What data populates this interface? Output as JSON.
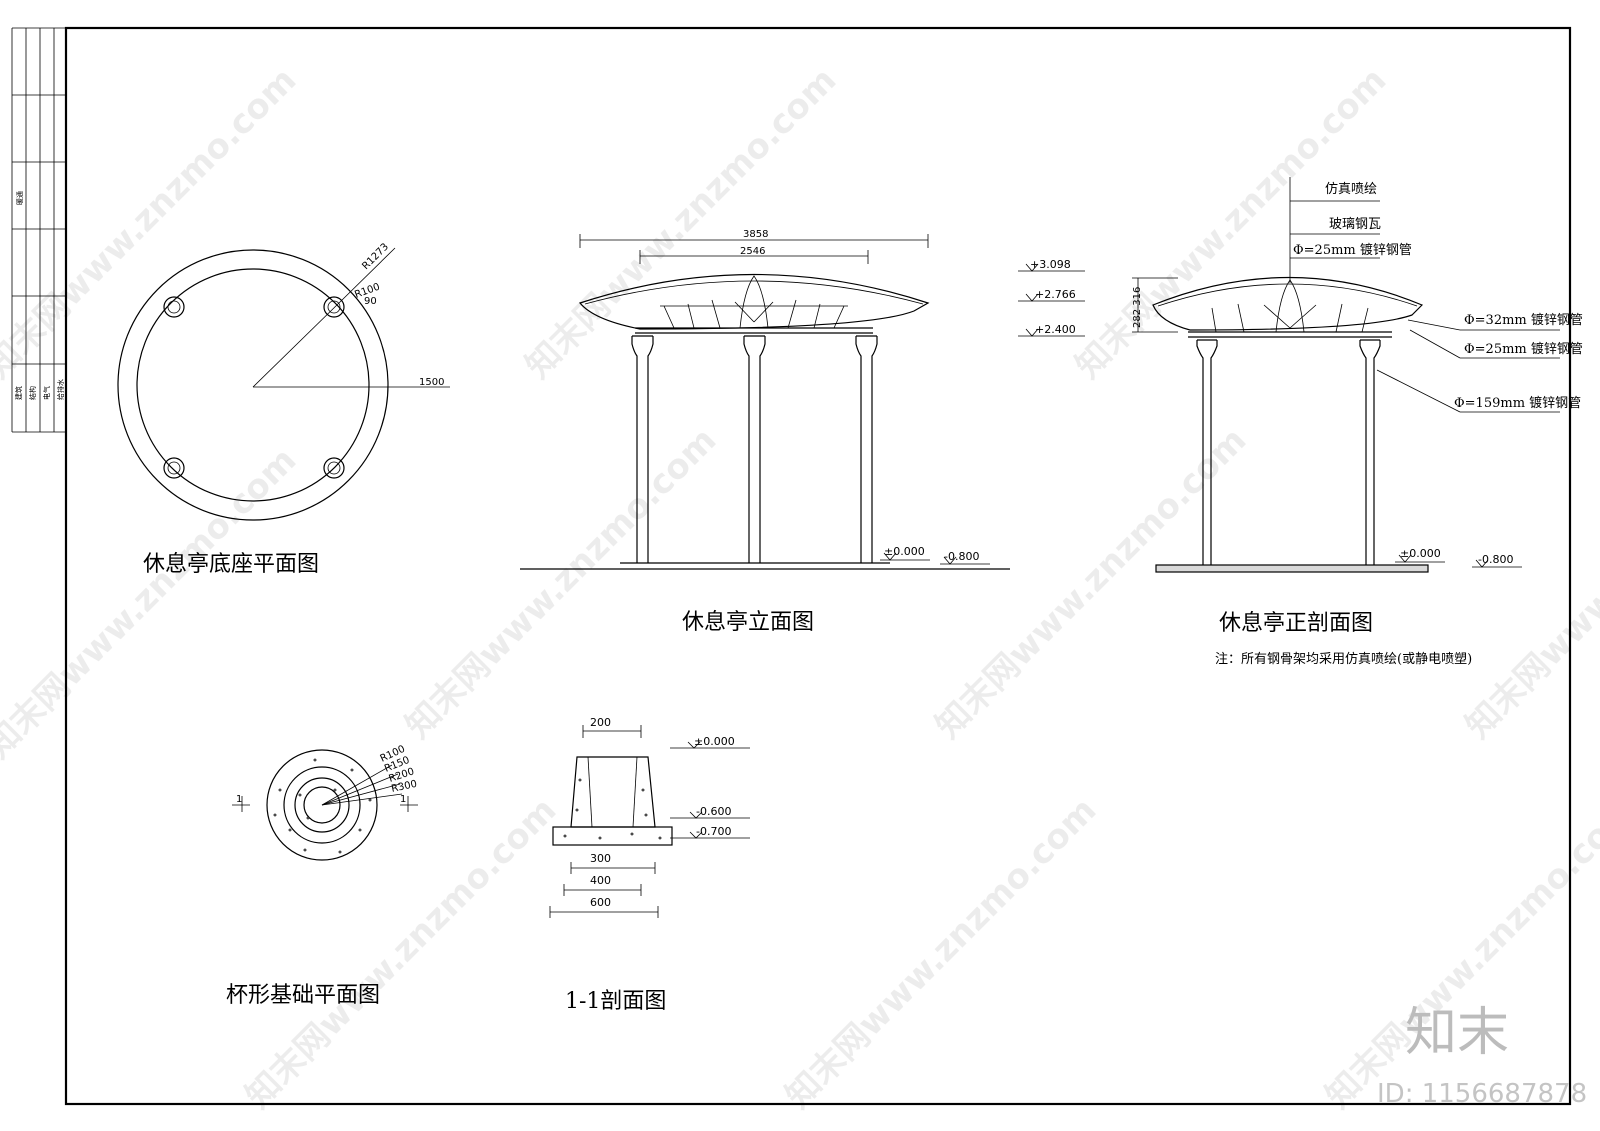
{
  "titles": {
    "base_plan": "休息亭底座平面图",
    "elevation": "休息亭立面图",
    "section": "休息亭正剖面图",
    "foundation_plan": "杯形基础平面图",
    "section_1_1": "1-1剖面图"
  },
  "note": "注：所有钢骨架均采用仿真喷绘(或静电喷塑)",
  "side_panel": {
    "top_label": "暖通",
    "labels": [
      "建筑",
      "结构",
      "电气",
      "给排水"
    ]
  },
  "base_plan": {
    "r_outer": "R1273",
    "r_column": "R100",
    "dim_90": "90",
    "dim_1500": "1500"
  },
  "elevation": {
    "width_total": "3858",
    "width_inner": "2546",
    "levels": [
      "+3.098",
      "+2.766",
      "+2.400"
    ],
    "ground": "±0.000",
    "below": "-0.800"
  },
  "section": {
    "callouts": [
      "仿真喷绘",
      "玻璃钢瓦",
      "Φ=25mm 镀锌钢管",
      "Φ=32mm 镀锌钢管",
      "Φ=25mm 镀锌钢管",
      "Φ=159mm 镀锌钢管"
    ],
    "height_dims": "282 316",
    "ground": "±0.000",
    "below": "-0.800"
  },
  "foundation_plan": {
    "radii": [
      "R100",
      "R150",
      "R200",
      "R300"
    ],
    "cut_left": "1",
    "cut_right": "1"
  },
  "section_1_1": {
    "top_width": "200",
    "levels": [
      "±0.000",
      "-0.600",
      "-0.700"
    ],
    "widths": [
      "300",
      "400",
      "600"
    ]
  },
  "watermark": {
    "text": "知末网www.znzmo.com",
    "brand": "知末",
    "id": "ID: 1156687878"
  }
}
